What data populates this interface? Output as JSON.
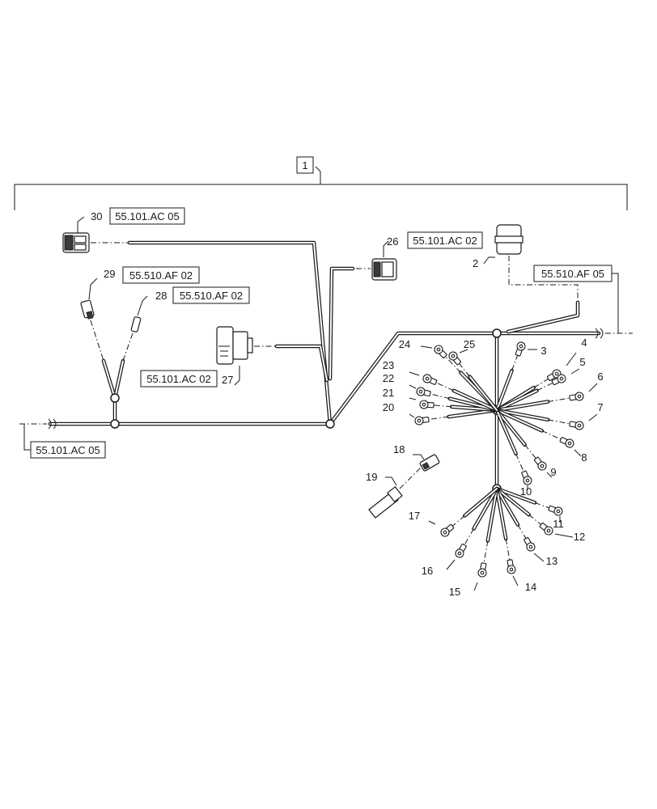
{
  "assembly_callout": "1",
  "item_numbers": [
    "2",
    "3",
    "4",
    "5",
    "6",
    "7",
    "8",
    "9",
    "10",
    "11",
    "12",
    "13",
    "14",
    "15",
    "16",
    "17",
    "18",
    "19",
    "20",
    "21",
    "22",
    "23",
    "24",
    "25",
    "26",
    "27",
    "28",
    "29",
    "30"
  ],
  "references": {
    "ref_30": "55.101.AC 05",
    "ref_26": "55.101.AC 02",
    "ref_29": "55.510.AF 02",
    "ref_28": "55.510.AF 02",
    "ref_27": "55.101.AC 02",
    "ref_right": "55.510.AF 05",
    "ref_left": "55.101.AC 05"
  }
}
